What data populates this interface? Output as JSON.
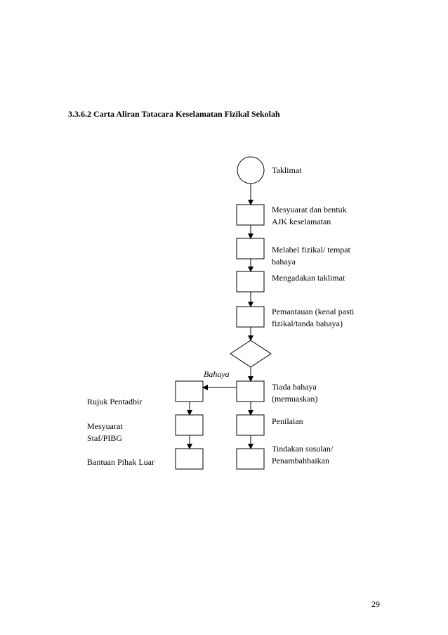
{
  "document": {
    "title": "3.3.6.2 Carta Aliran Tatacara Keselamatan Fizikal Sekolah",
    "page_number": "29"
  },
  "flow": {
    "start_label": "Taklimat",
    "steps": [
      {
        "lines": [
          "Mesyuarat dan bentuk",
          "AJK keselamatan"
        ]
      },
      {
        "lines": [
          "Melabel fizikal/ tempat",
          "bahaya"
        ]
      },
      {
        "lines": [
          "Mengadakan taklimat"
        ]
      },
      {
        "lines": [
          "Pemantauan (kenal pasti",
          "fizikal/tanda bahaya)"
        ]
      }
    ],
    "branch_label": "Bahaya",
    "right_steps": [
      {
        "lines": [
          "Tiada bahaya",
          "(memuaskan)"
        ]
      },
      {
        "lines": [
          "Penilaian"
        ]
      },
      {
        "lines": [
          "Tindakan susulan/",
          "Penambahbaikan"
        ]
      }
    ],
    "left_steps": [
      {
        "lines": [
          "Rujuk Pentadbir"
        ]
      },
      {
        "lines": [
          "Mesyuarat",
          "Staf/PIBG"
        ]
      },
      {
        "lines": [
          "Bantuan Pihak Luar"
        ]
      }
    ]
  }
}
